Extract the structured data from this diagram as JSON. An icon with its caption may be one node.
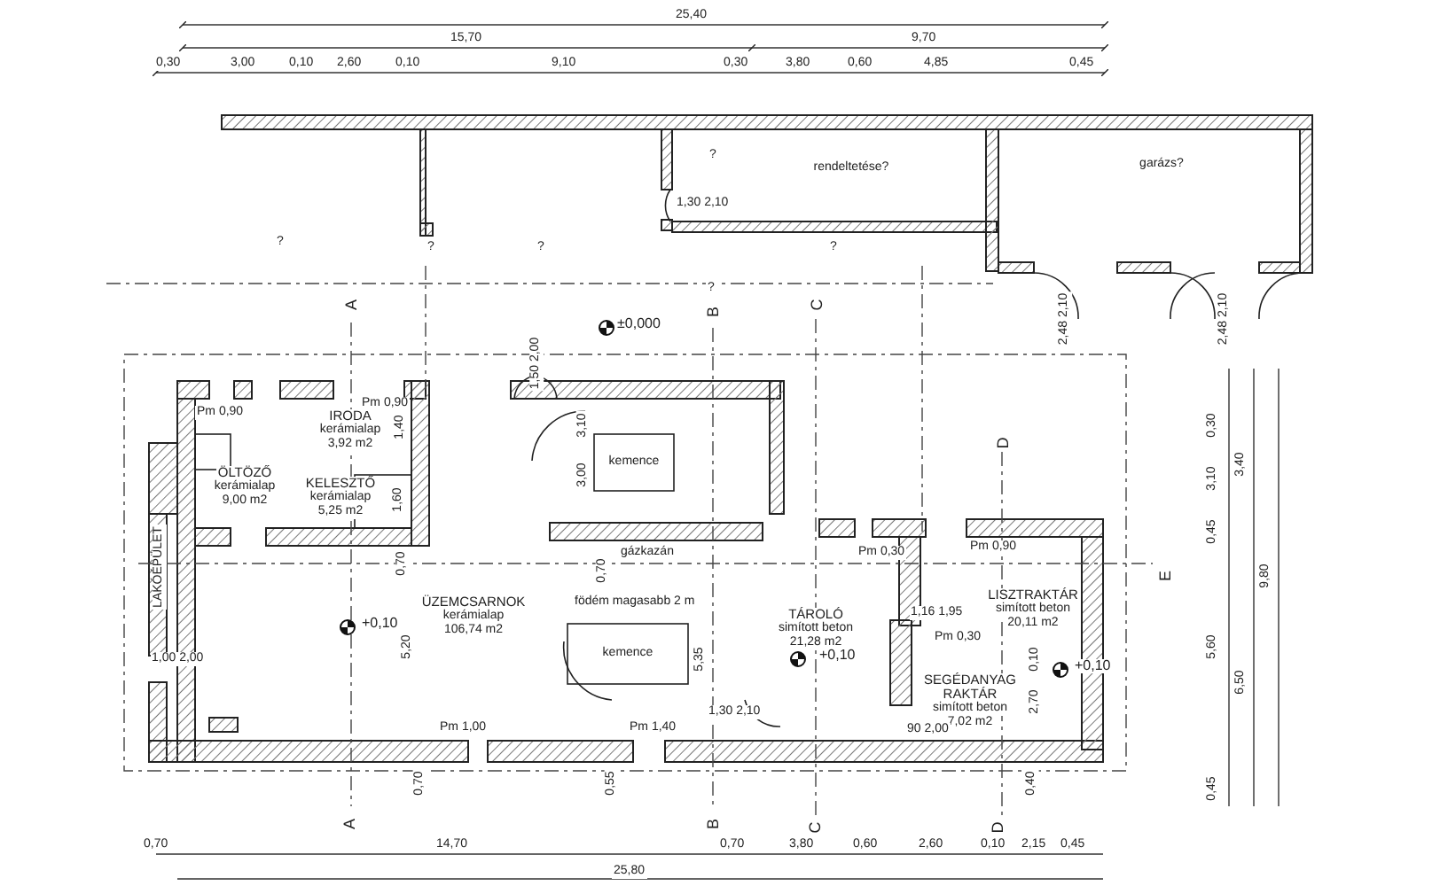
{
  "diagram": {
    "nodes": [
      {
        "text": [
          "rendeltetése?"
        ]
      },
      {
        "text": [
          "garázs?"
        ]
      },
      {
        "text": [
          "ÖLTÖZŐ",
          "kerámialap",
          "9,00 m2"
        ]
      },
      {
        "text": [
          "IRODA",
          "kerámialap",
          "3,92 m2"
        ]
      },
      {
        "text": [
          "KELESZTŐ",
          "kerámialap",
          "5,25 m2"
        ]
      },
      {
        "text": [
          "kemence"
        ]
      },
      {
        "text": [
          "LAKÓÉPÜLET"
        ]
      },
      {
        "text": [
          "ÜZEMCSARNOK",
          "kerámialap",
          "106,74 m2"
        ]
      },
      {
        "text": [
          "kemence"
        ]
      },
      {
        "text": [
          "TÁROLÓ",
          "simított beton",
          "21,28 m2"
        ]
      },
      {
        "text": [
          "LISZTRAKTÁR",
          "simított beton",
          "20,11 m2"
        ]
      },
      {
        "text": [
          "SEGÉDANYAG RAKTÁR",
          "simított beton",
          "7,02 m2"
        ]
      }
    ],
    "labels": [
      "25,40",
      "15,70",
      "9,70",
      "0,30",
      "3,00",
      "0,10",
      "2,60",
      "0,10",
      "9,10",
      "0,30",
      "3,80",
      "0,60",
      "4,85",
      "0,45",
      "?",
      "1,30 2,10",
      "?",
      "?",
      "?",
      "?",
      "2,48 2,10",
      "2,48 2,10",
      "A",
      "±0,000",
      "?",
      "B",
      "C",
      "1,50 2,00",
      "Pm 0,90",
      "Pm 0,90",
      "1,40",
      "3,10",
      "3,00",
      "D",
      "0,30",
      "3,10",
      "3,40",
      "0,45",
      "1,60",
      "0,70",
      "0,70",
      "gázkazán",
      "Pm 0,30",
      "Pm 0,90",
      "E",
      "9,80",
      "födém magasabb 2 m",
      "1,16 1,95",
      "+0,10",
      "5,20",
      "5,35",
      "+0,10",
      "Pm 0,30",
      "+0,10",
      "0,10",
      "2,70",
      "5,60",
      "6,50",
      "1,00 2,00",
      "1,30 2,10",
      "Pm 1,00",
      "Pm 1,40",
      "90 2,00",
      "0,70",
      "0,55",
      "0,40",
      "0,45",
      "A",
      "B",
      "C",
      "D",
      "0,70",
      "14,70",
      "0,70",
      "3,80",
      "0,60",
      "2,60",
      "0,10",
      "2,15",
      "0,45",
      "25,80"
    ]
  }
}
